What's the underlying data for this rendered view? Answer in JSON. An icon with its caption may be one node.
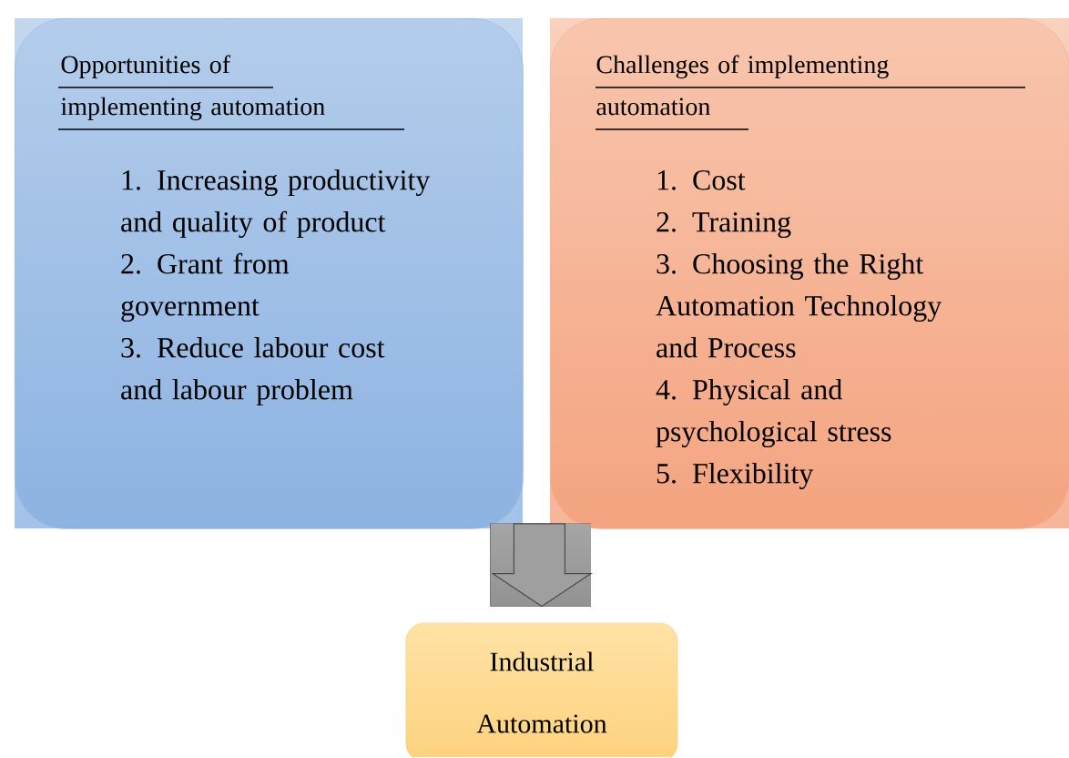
{
  "diagram": {
    "nodes": [
      {
        "text": [
          "Opportunities of implementing automation",
          "1. Increasing productivity and quality of product",
          "2. Grant from government",
          "3. Reduce labour cost and labour problem"
        ]
      },
      {
        "text": [
          "Challenges of implementing automation",
          "1. Cost",
          "2. Training",
          "3. Choosing the Right Automation Technology and Process",
          "4. Physical and psychological stress",
          "5. Flexibility"
        ]
      },
      {
        "text": [
          "Industrial Automation"
        ]
      }
    ],
    "edges": [
      {
        "from": 0,
        "to": 2,
        "arrow": "to"
      },
      {
        "from": 1,
        "to": 2,
        "arrow": "to"
      }
    ]
  }
}
